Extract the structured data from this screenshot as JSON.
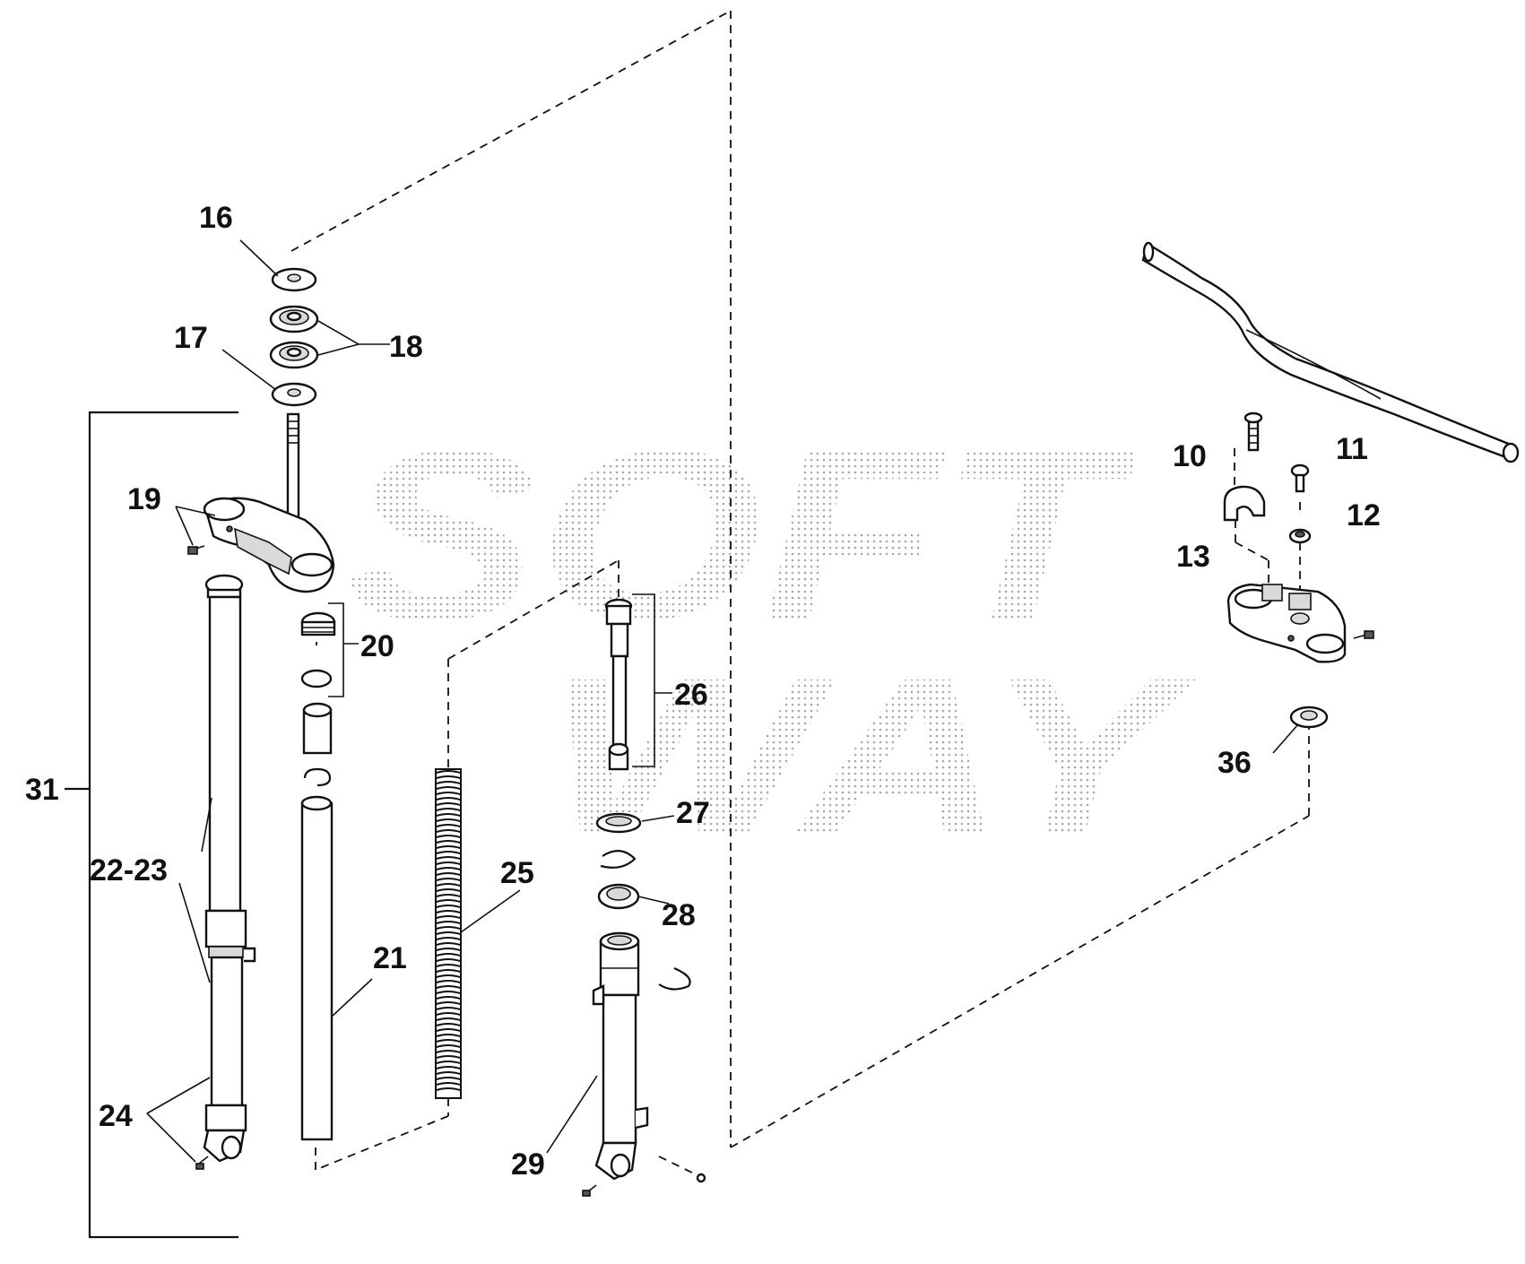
{
  "watermark": {
    "line1": "SOFT",
    "line2": "WAY"
  },
  "callouts": {
    "c16": "16",
    "c17": "17",
    "c18": "18",
    "c19": "19",
    "c20": "20",
    "c21": "21",
    "c22_23": "22-23",
    "c24": "24",
    "c25": "25",
    "c26": "26",
    "c27": "27",
    "c28": "28",
    "c29": "29",
    "c31": "31",
    "c10": "10",
    "c11": "11",
    "c12": "12",
    "c13": "13",
    "c36": "36"
  },
  "icons": {
    "handlebar": "handlebar-icon",
    "fork_tube": "fork-tube-icon",
    "spring": "spring-icon",
    "triple_clamp": "triple-clamp-icon",
    "bearing": "bearing-icon"
  }
}
